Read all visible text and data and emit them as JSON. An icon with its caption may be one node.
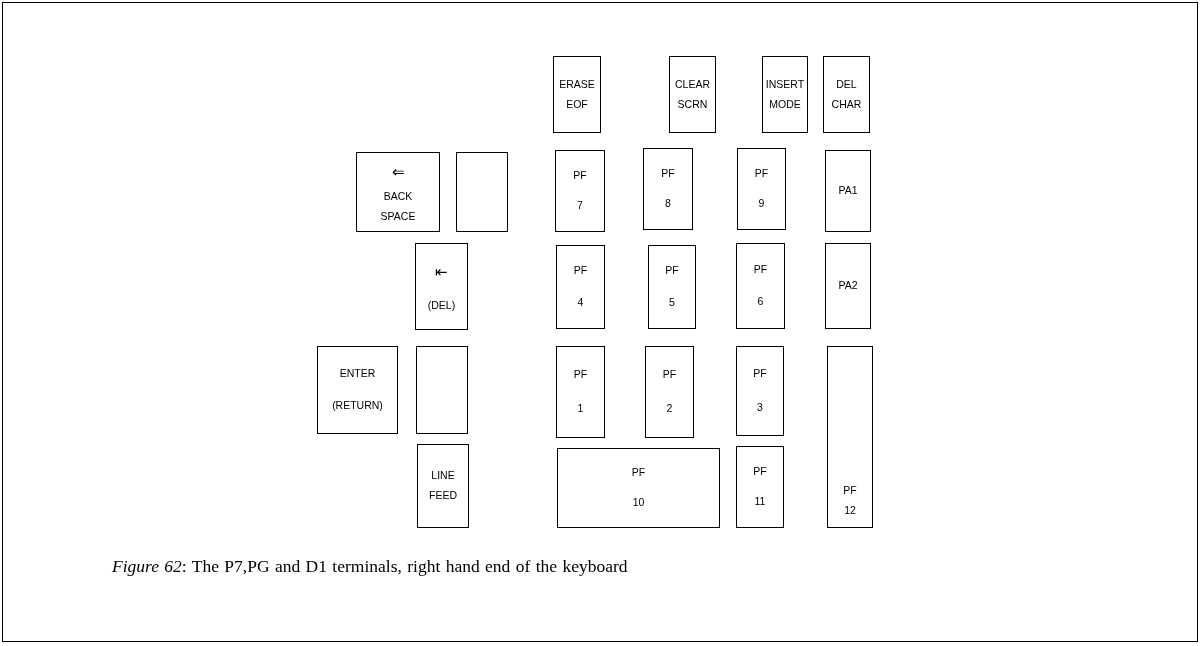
{
  "diagram": {
    "caption": "*Figure 62*: The P7,PG and D1 terminals, right hand end of the keyboard",
    "nodes": [
      {
        "text": [
          "ERASE EOF"
        ]
      },
      {
        "text": [
          "CLEAR SCRN"
        ]
      },
      {
        "text": [
          "INSERT MODE"
        ]
      },
      {
        "text": [
          "DEL CHAR"
        ]
      },
      {
        "text": [
          "⇐",
          "BACK SPACE"
        ]
      },
      {
        "text": [],
        "shape": "box"
      },
      {
        "text": [
          "PF",
          "7"
        ]
      },
      {
        "text": [
          "PF",
          "8"
        ]
      },
      {
        "text": [
          "PF",
          "9"
        ]
      },
      {
        "text": [
          "PA1"
        ]
      },
      {
        "text": [
          "⇤",
          "(DEL)"
        ]
      },
      {
        "text": [
          "PF",
          "4"
        ]
      },
      {
        "text": [
          "PF",
          "5"
        ]
      },
      {
        "text": [
          "PF",
          "6"
        ]
      },
      {
        "text": [
          "PA2"
        ]
      },
      {
        "text": [
          "ENTER",
          "(RETURN)"
        ]
      },
      {
        "text": [],
        "shape": "box"
      },
      {
        "text": [
          "PF",
          "1"
        ]
      },
      {
        "text": [
          "PF",
          "2"
        ]
      },
      {
        "text": [
          "PF",
          "3"
        ]
      },
      {
        "text": [
          "PF",
          "12"
        ]
      },
      {
        "text": [
          "LINE FEED"
        ]
      },
      {
        "text": [
          "PF",
          "10"
        ]
      },
      {
        "text": [
          "PF",
          "11"
        ]
      }
    ]
  }
}
